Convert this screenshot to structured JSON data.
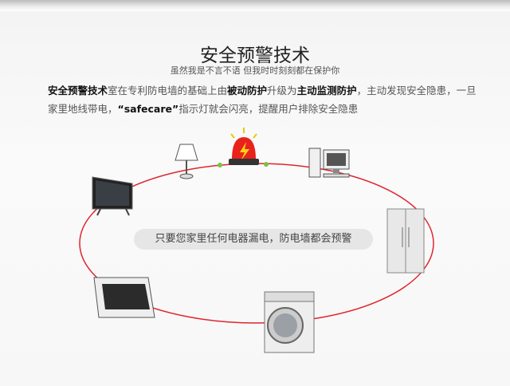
{
  "title": "安全预警技术",
  "subtitle": "虽然我是不言不语 但我时时刻刻都在保护你",
  "desc": {
    "b1": "安全预警技术",
    "t1": "室在专利防电墙的基础上由",
    "b2": "被动防护",
    "t2": "升级为",
    "b3": "主动监测防护",
    "t3": "，主动发现安全隐患，一旦家里地线带电，",
    "b4": "“safecare”",
    "t4": "指示灯就会闪亮，提醒用户排除安全隐患"
  },
  "callout": "只要您家里任何电器漏电，防电墙都会预警",
  "colors": {
    "ring": "#e0242b",
    "alarm": "#e8231c",
    "node": "#7dc142"
  }
}
